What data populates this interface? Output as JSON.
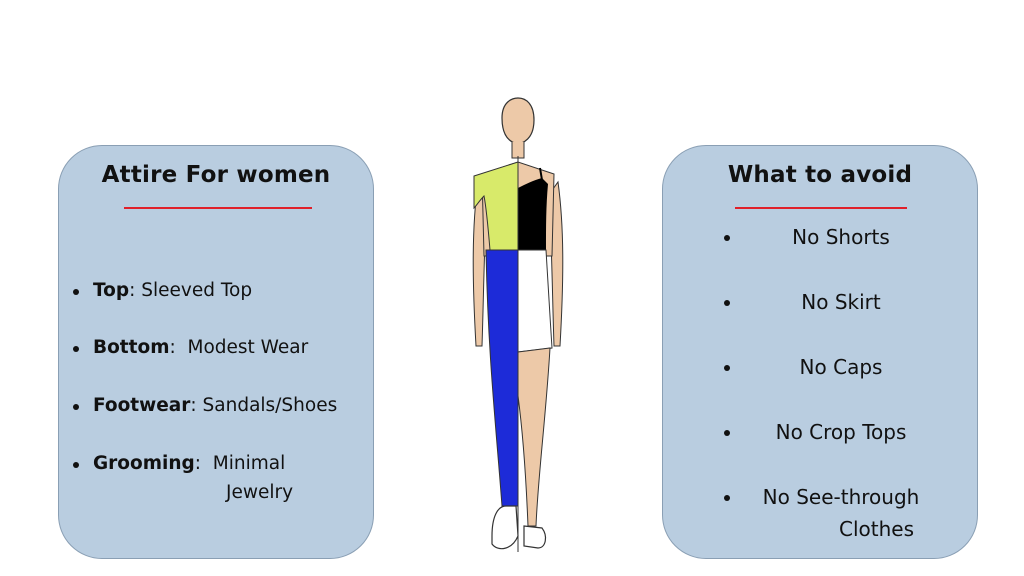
{
  "attire": {
    "title": "Attire For women",
    "items": [
      {
        "key": "Top",
        "sep": ":",
        "value": " Sleeved Top",
        "cont": ""
      },
      {
        "key": "Bottom",
        "sep": ":",
        "value": "  Modest Wear",
        "cont": ""
      },
      {
        "key": "Footwear",
        "sep": ":",
        "value": " Sandals/Shoes",
        "cont": ""
      },
      {
        "key": "Grooming",
        "sep": ":",
        "value": "  Minimal",
        "cont": "Jewelry"
      }
    ]
  },
  "avoid": {
    "title": "What to avoid",
    "items": [
      {
        "text": "No Shorts",
        "cont": ""
      },
      {
        "text": "No Skirt",
        "cont": ""
      },
      {
        "text": "No Caps",
        "cont": ""
      },
      {
        "text": "No Crop Tops",
        "cont": ""
      },
      {
        "text": "No See-through",
        "cont": "Clothes"
      }
    ]
  },
  "colors": {
    "card_bg": "#b9cde0",
    "accent_underline": "#e0202a",
    "skin": "#edc9a8",
    "top_left": "#d8ea6a",
    "top_right": "#000000",
    "bottom_left": "#1d2bd8",
    "bottom_right": "#ffffff"
  }
}
